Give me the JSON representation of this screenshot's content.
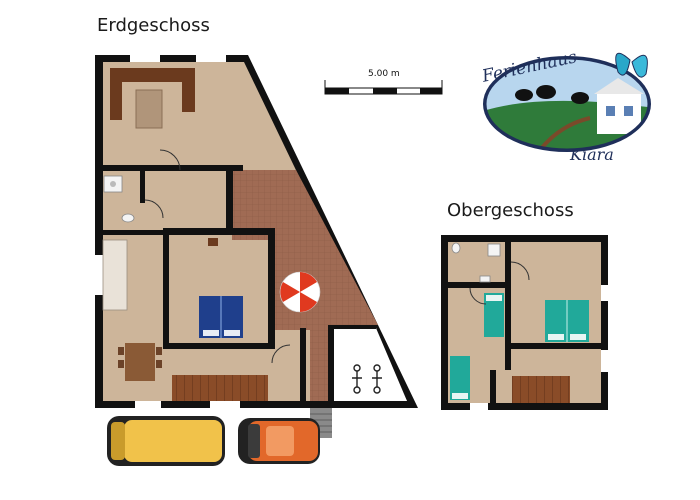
{
  "floors": {
    "ground": {
      "title": "Erdgeschoss"
    },
    "upper": {
      "title": "Obergeschoss"
    }
  },
  "scale_bar": {
    "label": "5.00 m"
  },
  "logo": {
    "line1": "Ferienhaus",
    "line2": "Kiara"
  },
  "colors": {
    "wall": "#111111",
    "floor": "#cdb59a",
    "terrace": "#9c6a52",
    "bed_blue": "#1f3f8c",
    "bed_teal": "#21a99a",
    "van_yellow": "#f1c24a",
    "car_orange": "#e2682a",
    "logo_sky": "#b8d6ee",
    "logo_grass": "#2f7b3a"
  }
}
